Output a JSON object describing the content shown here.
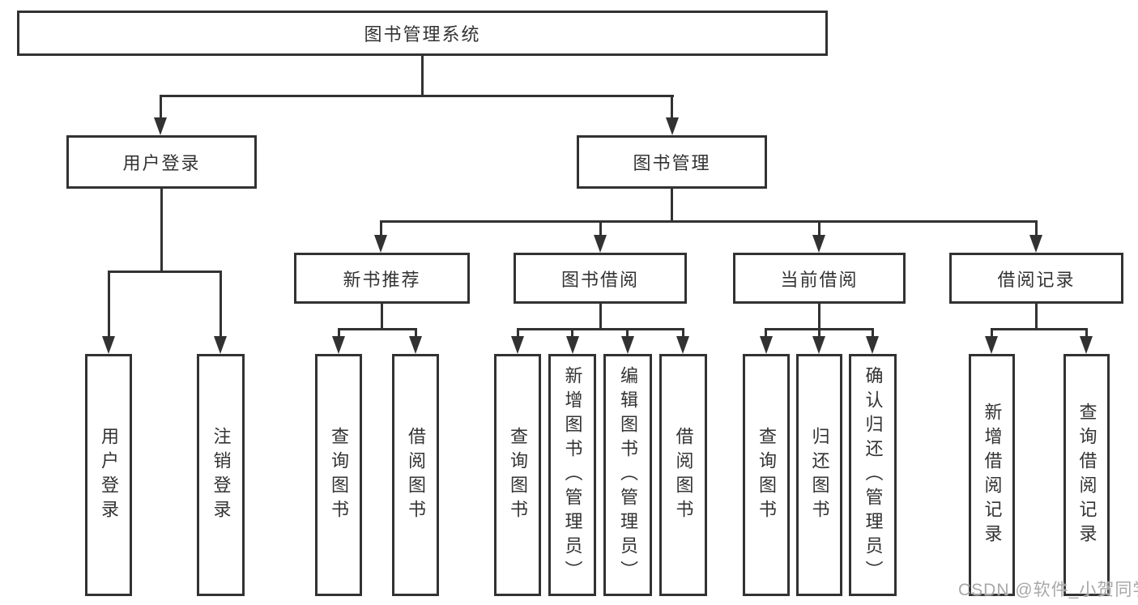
{
  "colors": {
    "line": "#323232",
    "text": "#333333",
    "background": "#ffffff",
    "watermark": "#a8a8a8"
  },
  "tree": {
    "label": "图书管理系统",
    "children": [
      {
        "label": "用户登录",
        "children": [
          {
            "label": "用户登录"
          },
          {
            "label": "注销登录"
          }
        ]
      },
      {
        "label": "图书管理",
        "children": [
          {
            "label": "新书推荐",
            "children": [
              {
                "label": "查询图书"
              },
              {
                "label": "借阅图书"
              }
            ]
          },
          {
            "label": "图书借阅",
            "children": [
              {
                "label": "查询图书"
              },
              {
                "label": "新增图书（管理员）"
              },
              {
                "label": "编辑图书（管理员）"
              },
              {
                "label": "借阅图书"
              }
            ]
          },
          {
            "label": "当前借阅",
            "children": [
              {
                "label": "查询图书"
              },
              {
                "label": "归还图书"
              },
              {
                "label": "确认归还（管理员）"
              }
            ]
          },
          {
            "label": "借阅记录",
            "children": [
              {
                "label": "新增借阅记录"
              },
              {
                "label": "查询借阅记录"
              }
            ]
          }
        ]
      }
    ]
  },
  "watermark": {
    "text": "CSDN @软件_小贺同学"
  }
}
